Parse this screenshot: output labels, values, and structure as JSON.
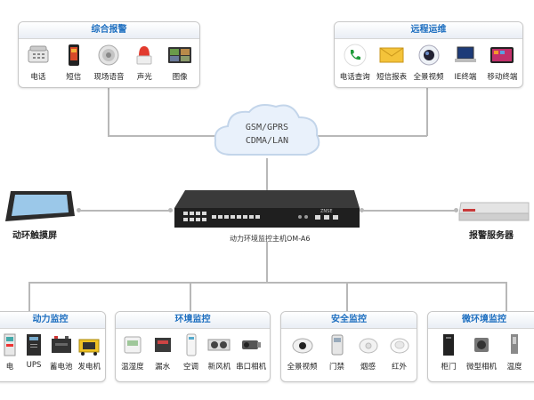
{
  "top_left": {
    "title": "综合报警",
    "items": [
      {
        "label": "电话",
        "icon": "telephone-icon"
      },
      {
        "label": "短信",
        "icon": "mobile-phone-icon"
      },
      {
        "label": "现场语音",
        "icon": "speaker-icon"
      },
      {
        "label": "声光",
        "icon": "alarm-light-icon"
      },
      {
        "label": "图像",
        "icon": "image-display-icon"
      }
    ]
  },
  "top_right": {
    "title": "远程运维",
    "items": [
      {
        "label": "电话查询",
        "icon": "phone-call-icon"
      },
      {
        "label": "短信报表",
        "icon": "envelope-icon"
      },
      {
        "label": "全景视频",
        "icon": "dome-camera-icon"
      },
      {
        "label": "IE终端",
        "icon": "laptop-icon"
      },
      {
        "label": "移动终端",
        "icon": "tablet-icon"
      }
    ]
  },
  "cloud": {
    "line1": "GSM/GPRS",
    "line2": "CDMA/LAN"
  },
  "host": {
    "label": "动力环境监控主机OM-A6",
    "brand": "ZNSE"
  },
  "touch_screen": {
    "label": "动环触摸屏"
  },
  "alarm_server": {
    "label": "报警服务器"
  },
  "bottom": [
    {
      "title": "动力监控",
      "items": [
        {
          "label": "电",
          "icon": "power-meter-icon"
        },
        {
          "label": "UPS",
          "icon": "ups-icon"
        },
        {
          "label": "蓄电池",
          "icon": "battery-icon"
        },
        {
          "label": "发电机",
          "icon": "generator-icon"
        }
      ]
    },
    {
      "title": "环境监控",
      "items": [
        {
          "label": "温湿度",
          "icon": "thermo-hygrometer-icon"
        },
        {
          "label": "漏水",
          "icon": "water-leak-sensor-icon"
        },
        {
          "label": "空调",
          "icon": "air-conditioner-icon"
        },
        {
          "label": "新风机",
          "icon": "fresh-air-fan-icon"
        },
        {
          "label": "串口相机",
          "icon": "serial-camera-icon"
        }
      ]
    },
    {
      "title": "安全监控",
      "items": [
        {
          "label": "全景视频",
          "icon": "dome-camera-icon"
        },
        {
          "label": "门禁",
          "icon": "access-control-icon"
        },
        {
          "label": "烟感",
          "icon": "smoke-detector-icon"
        },
        {
          "label": "红外",
          "icon": "infrared-sensor-icon"
        }
      ]
    },
    {
      "title": "微环境监控",
      "items": [
        {
          "label": "柜门",
          "icon": "cabinet-door-icon"
        },
        {
          "label": "微型相机",
          "icon": "mini-camera-icon"
        },
        {
          "label": "温度",
          "icon": "temperature-sensor-icon"
        }
      ]
    }
  ]
}
